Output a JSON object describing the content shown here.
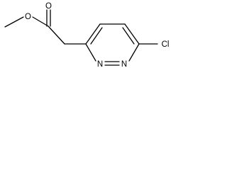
{
  "molecule": {
    "atoms": {
      "ester_oxygen": "O",
      "carbonyl_oxygen": "O",
      "chlorine": "Cl",
      "ring_nitrogen_left": "N",
      "ring_nitrogen_right": "N"
    },
    "line_color": "#000000",
    "background_color": "#ffffff"
  }
}
